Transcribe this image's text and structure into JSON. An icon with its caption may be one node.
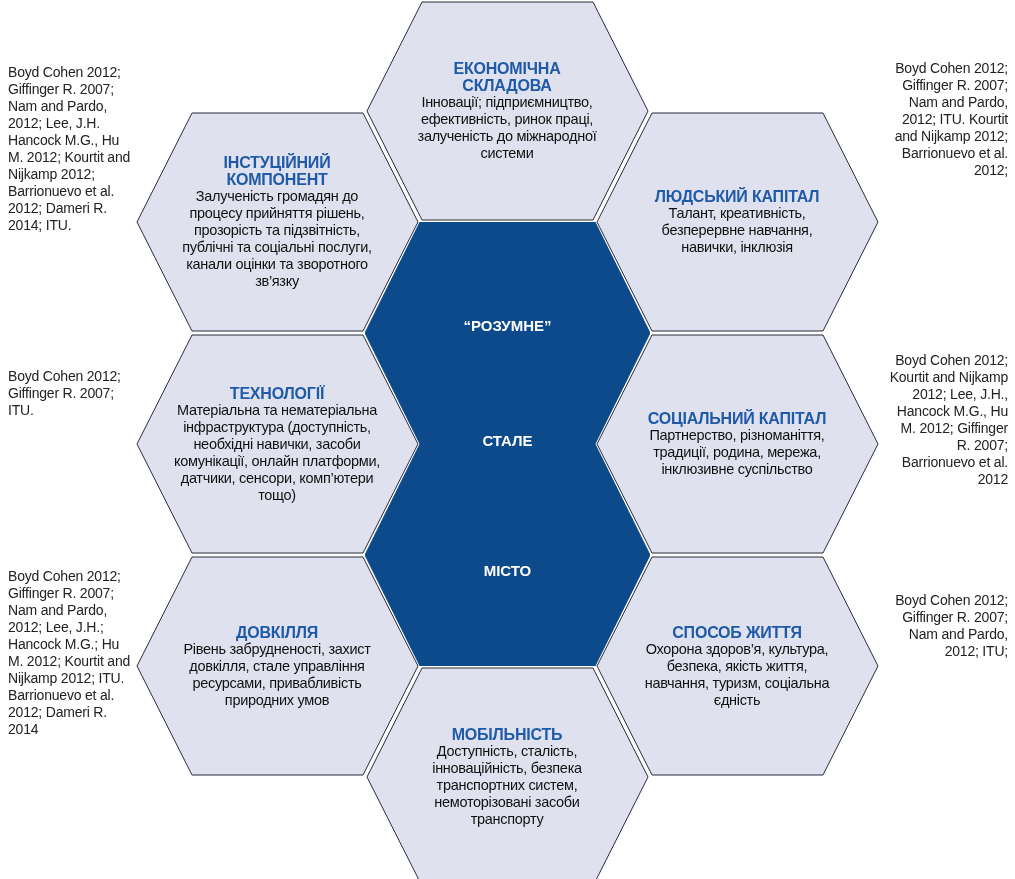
{
  "diagram": {
    "nodes": [
      {
        "text": [
          "ЕКОНОМІЧНА СКЛАДОВА",
          "Інновації; підприємництво, ефективність, ринок праці, залученість до міжнародної системи"
        ]
      },
      {
        "text": [
          "ІНСТУЦІЙНИЙ КОМПОНЕНТ",
          "Залученість громадян до процесу прийняття рішень, прозорість та підзвітність, публічні та соціальні послуги, канали оцінки та зворотного зв’язку"
        ],
        "beside": [
          "Boyd Cohen 2012; Giffinger R. 2007; Nam and Pardo, 2012; Lee, J.H. Hancock M.G., Hu M. 2012; Kourtit and Nijkamp 2012; Barrionuevo et al. 2012; Dameri R. 2014; ITU."
        ]
      },
      {
        "text": [
          "ЛЮДСЬКИЙ КАПІТАЛ",
          "Талант, креативність, безперервне навчання, навички, інклюзія"
        ],
        "beside": [
          "Boyd Cohen 2012; Giffinger R. 2007; Nam and Pardo, 2012; ITU. Kourtit and Nijkamp 2012; Barrionuevo et al. 2012;"
        ]
      },
      {
        "text": [
          "“РОЗУМНЕ”",
          "СТАЛЕ",
          "МІСТО"
        ]
      },
      {
        "text": [
          "ТЕХНОЛОГІЇ",
          "Матеріальна та нематеріальна інфраструктура (доступність, необхідні навички, засоби комунікації, онлайн платформи, датчики, сенсори, комп’ютери тощо)"
        ],
        "beside": [
          "Boyd Cohen 2012; Giffinger R. 2007; ITU."
        ]
      },
      {
        "text": [
          "СОЦІАЛЬНИЙ КАПІТАЛ",
          "Партнерство, різноманіття, традиції, родина, мережа, інклюзивне суспільство"
        ],
        "beside": [
          "Boyd Cohen 2012; Kourtit and Nijkamp 2012; Lee, J.H., Hancock M.G., Hu M. 2012; Giffinger R. 2007; Barrionuevo et al. 2012"
        ]
      },
      {
        "text": [
          "ДОВКІЛЛЯ",
          "Рівень забрудненості, захист довкілля, стале управління ресурсами, привабливість природних умов"
        ],
        "beside": [
          "Boyd Cohen 2012; Giffinger R. 2007; Nam and Pardo, 2012; Lee, J.H.; Hancock M.G.; Hu M. 2012; Kourtit and Nijkamp 2012; ITU. Barrionuevo et al. 2012; Dameri R. 2014"
        ]
      },
      {
        "text": [
          "СПОСОБ ЖИТТЯ",
          "Охорона здоров’я, культура, безпека, якість життя, навчання, туризм, соціальна єдність"
        ],
        "beside": [
          "Boyd Cohen 2012; Giffinger R. 2007; Nam and Pardo, 2012; ITU;"
        ]
      },
      {
        "text": [
          "МОБІЛЬНІСТЬ",
          "Доступність, сталість, інноваційність, безпека транспортних систем, немоторізовані засоби транспорту"
        ]
      }
    ],
    "edges": []
  }
}
